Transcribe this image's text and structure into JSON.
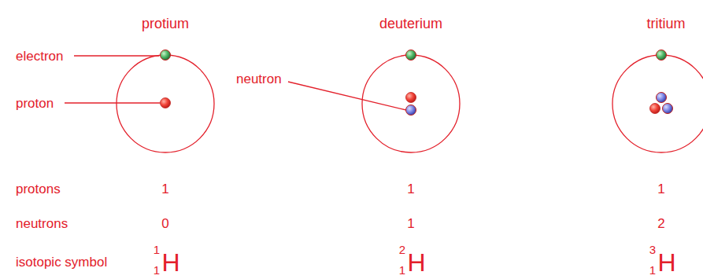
{
  "diagram": {
    "labels": [
      "protium",
      "deuterium",
      "tritium",
      "electron",
      "proton",
      "neutron",
      "protons",
      "1",
      "1",
      "1",
      "neutrons",
      "0",
      "1",
      "2",
      "isotopic symbol",
      "1",
      "1",
      "H",
      "2",
      "1",
      "H",
      "3",
      "1",
      "H"
    ]
  }
}
